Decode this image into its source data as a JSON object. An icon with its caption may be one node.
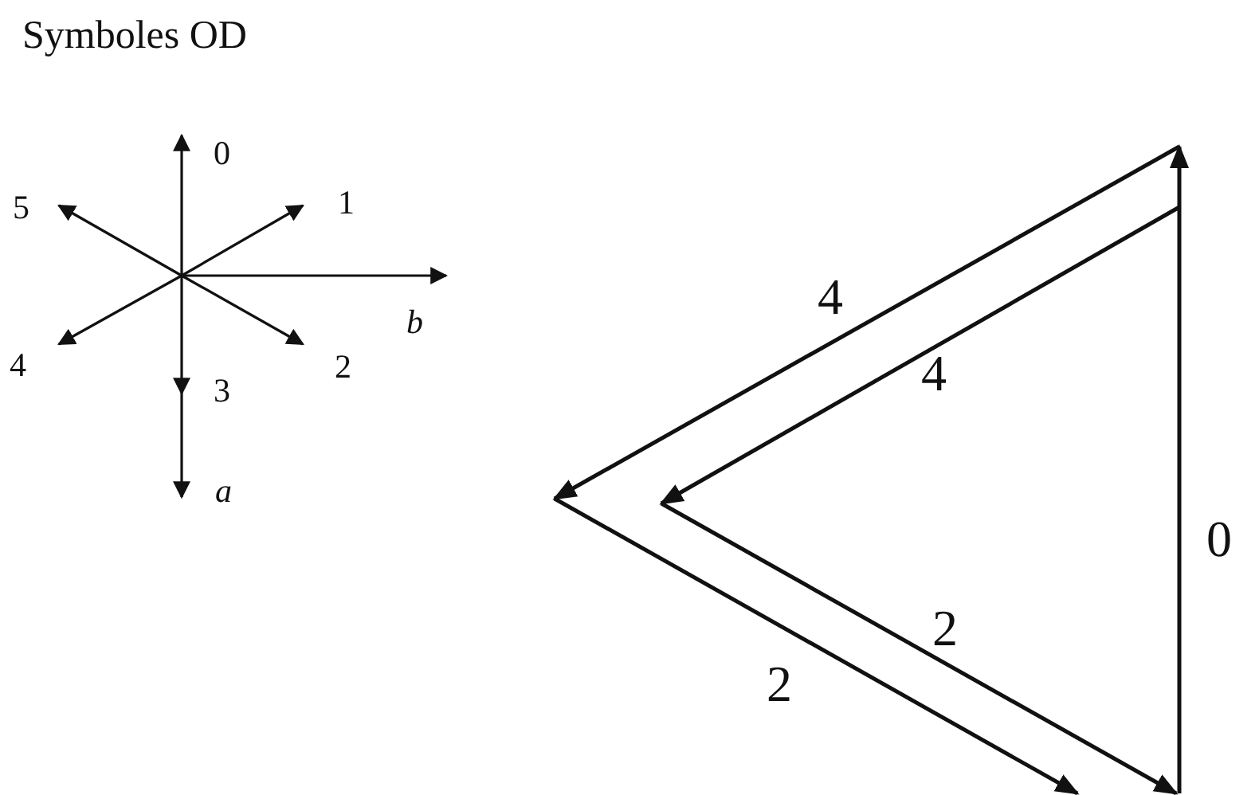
{
  "diagram": {
    "title": "Symboles OD",
    "labels": [
      "0",
      "5",
      "1",
      "b",
      "4",
      "2",
      "3",
      "a",
      "4",
      "4",
      "0",
      "2",
      "2"
    ]
  }
}
